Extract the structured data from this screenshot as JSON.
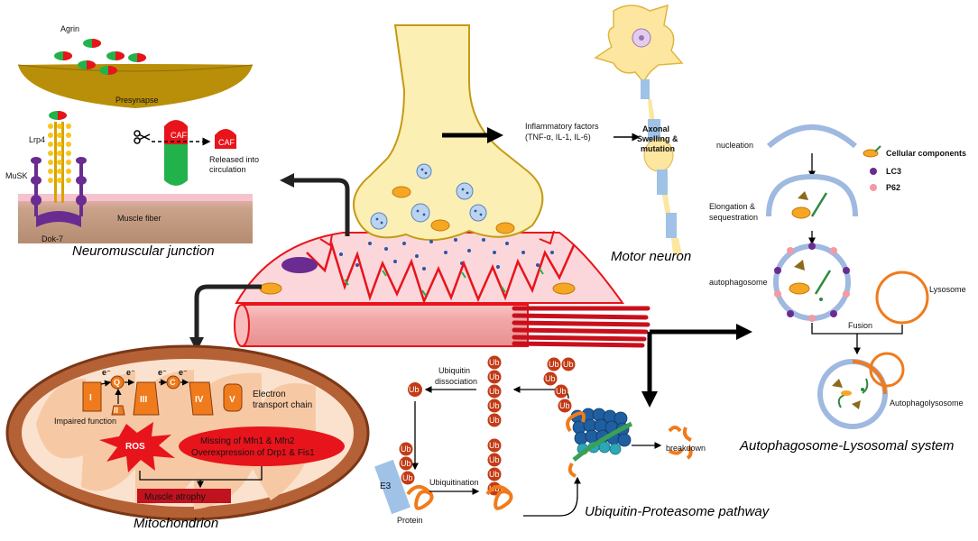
{
  "nmj": {
    "agrin": "Agrin",
    "presynapse": "Presynapse",
    "lrp4": "Lrp4",
    "musk": "MuSK",
    "dok7": "Dok-7",
    "muscle_fiber": "Muscle fiber",
    "caf": "CAF",
    "caf2": "CAF",
    "released1": "Released into",
    "released2": "circulation",
    "title": "Neuromuscular junction"
  },
  "motor_neuron": {
    "inflam1": "Inflammatory factors",
    "inflam2": "(TNF-α, IL-1, IL-6)",
    "axonal1": "Axonal",
    "axonal2": "Swelling &",
    "axonal3": "mutation",
    "title": "Motor neuron"
  },
  "mito": {
    "e1": "e⁻",
    "e2": "e⁻",
    "e3": "e⁻",
    "e4": "e⁻",
    "c1": "I",
    "cq": "Q",
    "c2": "II",
    "c3": "III",
    "cc": "C",
    "c4": "IV",
    "c5": "V",
    "etc1": "Electron",
    "etc2": "transport chain",
    "impaired": "Impaired function",
    "ros": "ROS",
    "missing": "Missing of Mfn1 & Mfn2",
    "overexp": "Overexpression of Drp1 & Fis1",
    "atrophy": "Muscle atrophy",
    "title": "Mitochondrion"
  },
  "ups": {
    "ub_dissoc1": "Ubiquitin",
    "ub_dissoc2": "dissociation",
    "ub": "Ub",
    "e3": "E3",
    "ubiquitination": "Ubiquitination",
    "protein": "Protein",
    "breakdown": "breakdown",
    "title": "Ubiquitin-Proteasome pathway"
  },
  "auto": {
    "nucleation": "nucleation",
    "cellular": "Cellular components",
    "lc3": "LC3",
    "p62": "P62",
    "elong1": "Elongation &",
    "elong2": "sequestration",
    "autophagosome": "autophagosome",
    "lysosome": "Lysosome",
    "fusion": "Fusion",
    "autophagolysosome": "Autophagolysosome",
    "title": "Autophagosome-Lysosomal system"
  },
  "colors": {
    "red": "#e8141b",
    "green": "#22b24c",
    "gold": "#c09a0c",
    "yellow": "#f7c51b",
    "purple": "#6a2c91",
    "muscle_pink": "#f7cdd2",
    "nerve_yellow": "#fcefb4",
    "orange": "#f07b1c",
    "ub_red": "#c23b16",
    "blue_ring": "#9fb9e0"
  }
}
